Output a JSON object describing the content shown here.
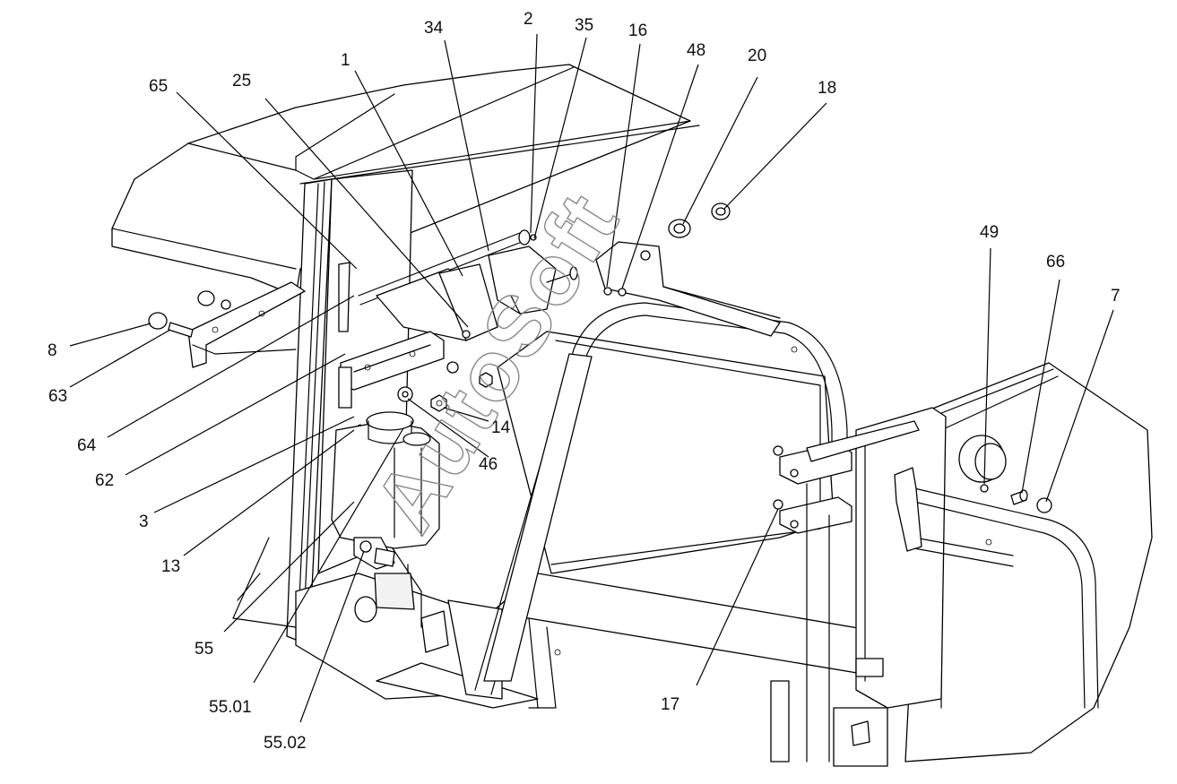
{
  "watermark": "AutoSoft",
  "callouts": [
    {
      "id": "c1",
      "text": "65"
    },
    {
      "id": "c2",
      "text": "25"
    },
    {
      "id": "c3",
      "text": "1"
    },
    {
      "id": "c4",
      "text": "34"
    },
    {
      "id": "c5",
      "text": "2"
    },
    {
      "id": "c6",
      "text": "35"
    },
    {
      "id": "c7",
      "text": "16"
    },
    {
      "id": "c8",
      "text": "48"
    },
    {
      "id": "c9",
      "text": "20"
    },
    {
      "id": "c10",
      "text": "18"
    },
    {
      "id": "c11",
      "text": "49"
    },
    {
      "id": "c12",
      "text": "66"
    },
    {
      "id": "c13",
      "text": "7"
    },
    {
      "id": "c14",
      "text": "8"
    },
    {
      "id": "c15",
      "text": "63"
    },
    {
      "id": "c16",
      "text": "64"
    },
    {
      "id": "c17",
      "text": "62"
    },
    {
      "id": "c18",
      "text": "3"
    },
    {
      "id": "c19",
      "text": "13"
    },
    {
      "id": "c20",
      "text": "55"
    },
    {
      "id": "c21",
      "text": "55.01"
    },
    {
      "id": "c22",
      "text": "55.02"
    },
    {
      "id": "c23",
      "text": "14"
    },
    {
      "id": "c24",
      "text": "46"
    },
    {
      "id": "c25",
      "text": "17"
    }
  ]
}
